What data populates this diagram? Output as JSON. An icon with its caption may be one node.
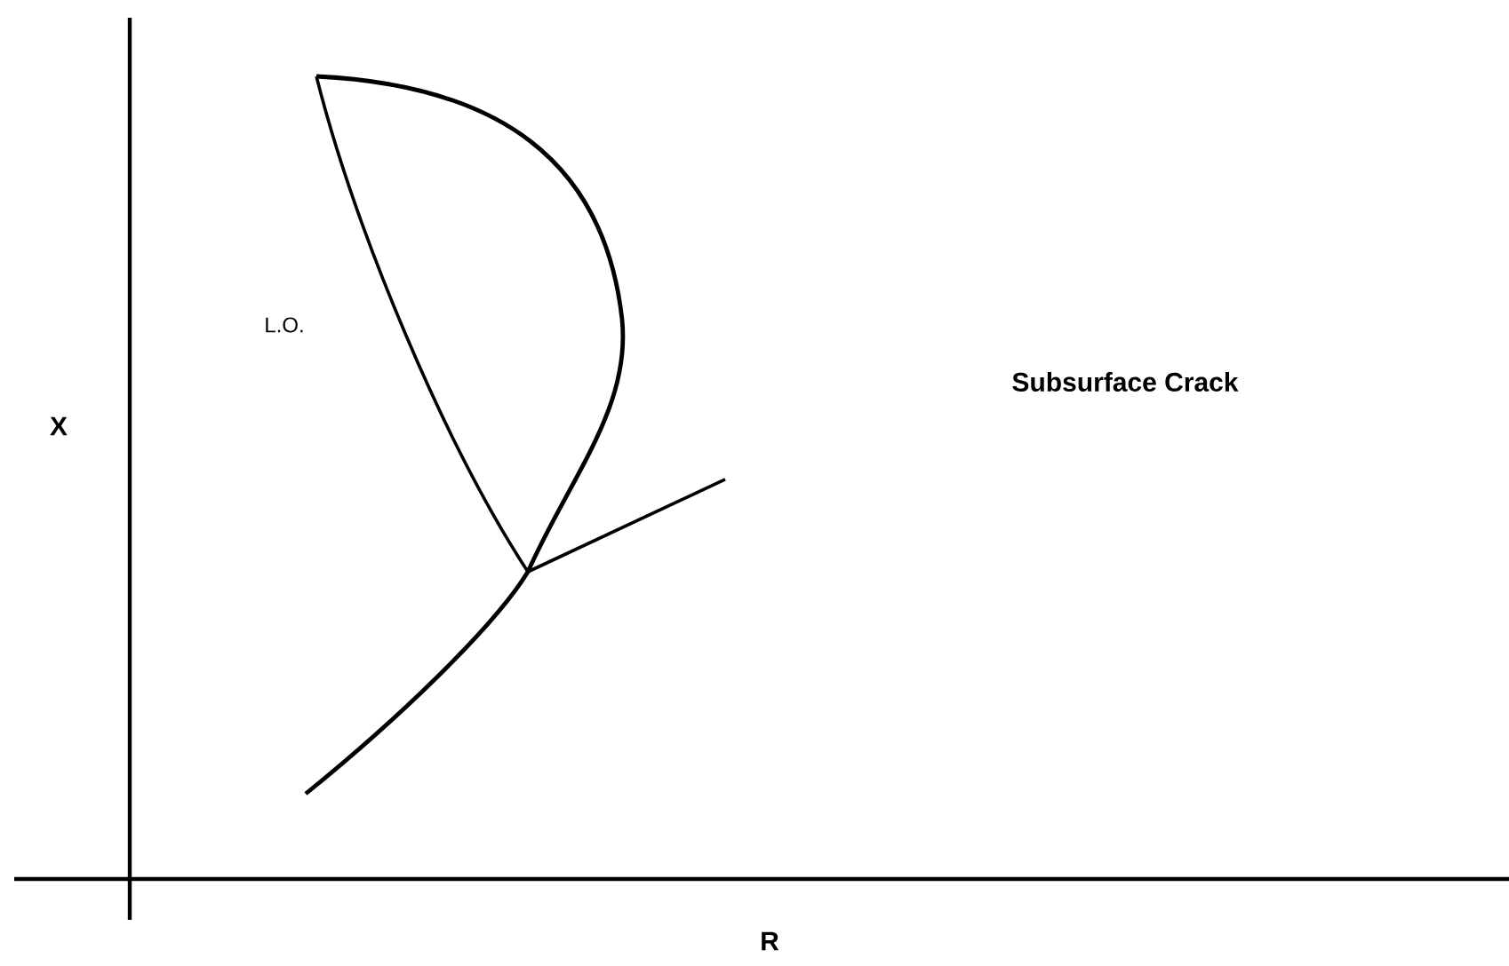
{
  "diagram": {
    "labels": [
      "L.O.",
      "Subsurface Crack",
      "X",
      "R"
    ]
  }
}
